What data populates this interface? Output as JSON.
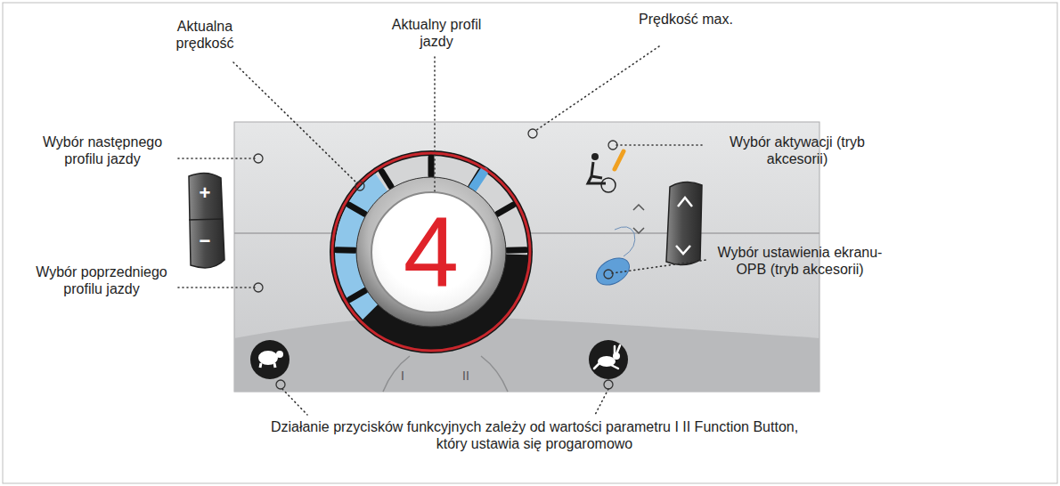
{
  "diagram": {
    "nodes": [
      {
        "text": [
          "4"
        ]
      }
    ],
    "labels": [
      "Aktualna prędkość",
      "Aktualny profil jazdy",
      "Prędkość max.",
      "Wybór następnego profilu jazdy",
      "Wybór aktywacji (tryb akcesorii)",
      "Wybór poprzedniego profilu jazdy",
      "Wybór ustawienia ekranu-OPB (tryb akcesorii)",
      "Działanie przycisków funkcyjnych zależy od wartości parametru I II Function Button, który ustawia się progaromowo",
      "+",
      "−",
      "I",
      "II"
    ]
  }
}
